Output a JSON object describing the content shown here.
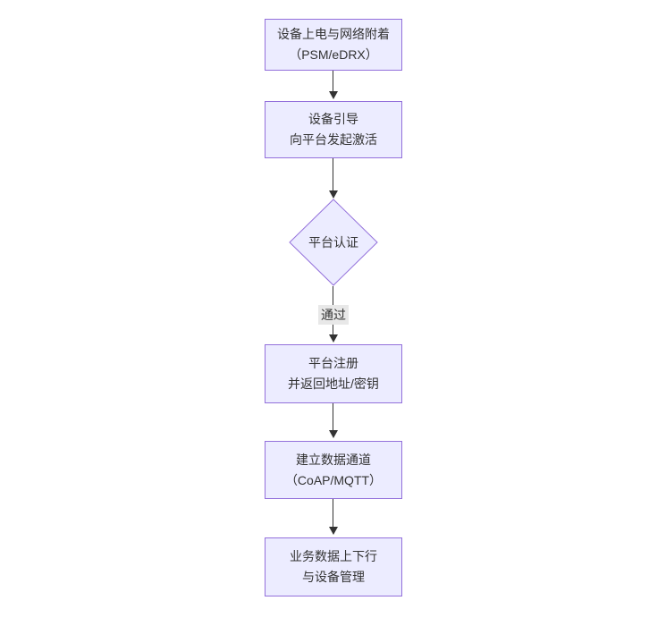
{
  "theme": {
    "canvas_bg": "#ffffff",
    "node_fill": "#ECECFF",
    "node_border": "#9370DB",
    "text": "#333333",
    "edge": "#333333",
    "edge_label_bg": "#e8e8e8"
  },
  "flowchart": {
    "nodes": {
      "power": {
        "line1": "设备上电与网络附着",
        "line2": "（PSM/eDRX）"
      },
      "boot": {
        "line1": "设备引导",
        "line2": "向平台发起激活"
      },
      "auth": {
        "label": "平台认证"
      },
      "register": {
        "line1": "平台注册",
        "line2": "并返回地址/密钥"
      },
      "channel": {
        "line1": "建立数据通道",
        "line2": "（CoAP/MQTT）"
      },
      "business": {
        "line1": "业务数据上下行",
        "line2": "与设备管理"
      }
    },
    "edges": {
      "auth_pass_label": "通过"
    }
  }
}
